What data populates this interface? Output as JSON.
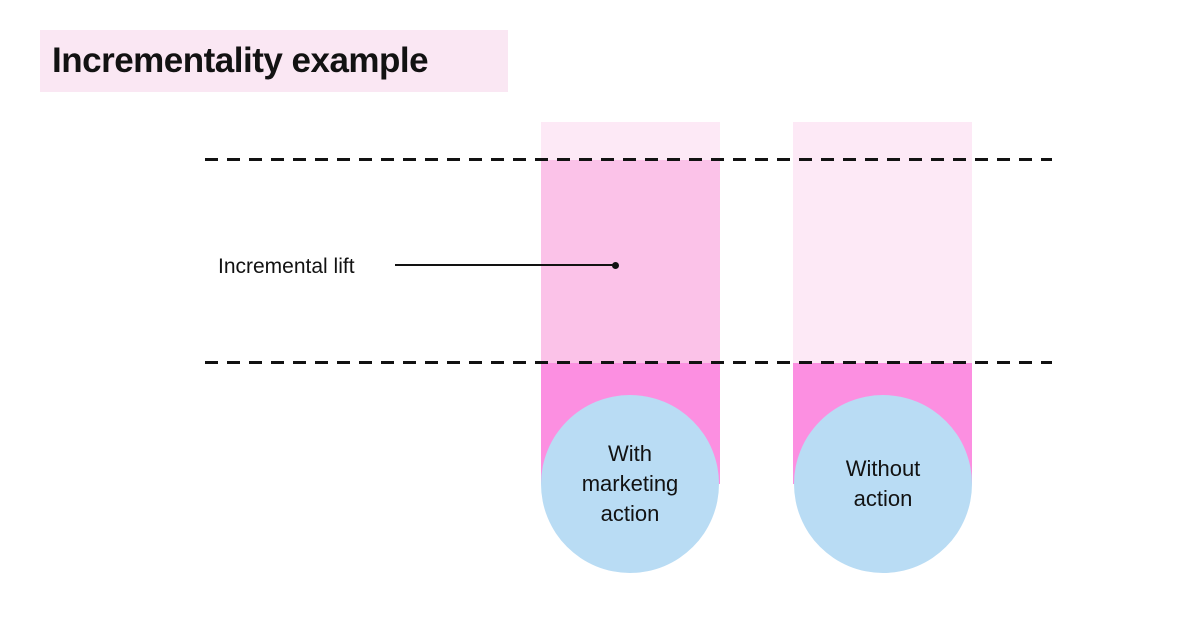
{
  "title": {
    "label": "Incrementality example"
  },
  "annotation": {
    "label": "Incremental lift"
  },
  "bars": [
    {
      "name": "with-marketing-action",
      "label": "With marketing action",
      "label_lines": [
        "With",
        "marketing",
        "action"
      ],
      "segments": [
        "light-top",
        "incremental-lift",
        "baseline"
      ]
    },
    {
      "name": "without-action",
      "label": "Without action",
      "label_lines": [
        "Without",
        "action"
      ],
      "segments": [
        "light-top",
        "baseline"
      ]
    }
  ],
  "colors": {
    "title_bg": "#fae7f3",
    "bar_light": "#fde9f6",
    "bar_mid": "#fbc2e8",
    "bar_bright": "#fc8fe1",
    "circle_blue": "#b9dcf4",
    "ink": "#121212",
    "background": "#ffffff"
  }
}
